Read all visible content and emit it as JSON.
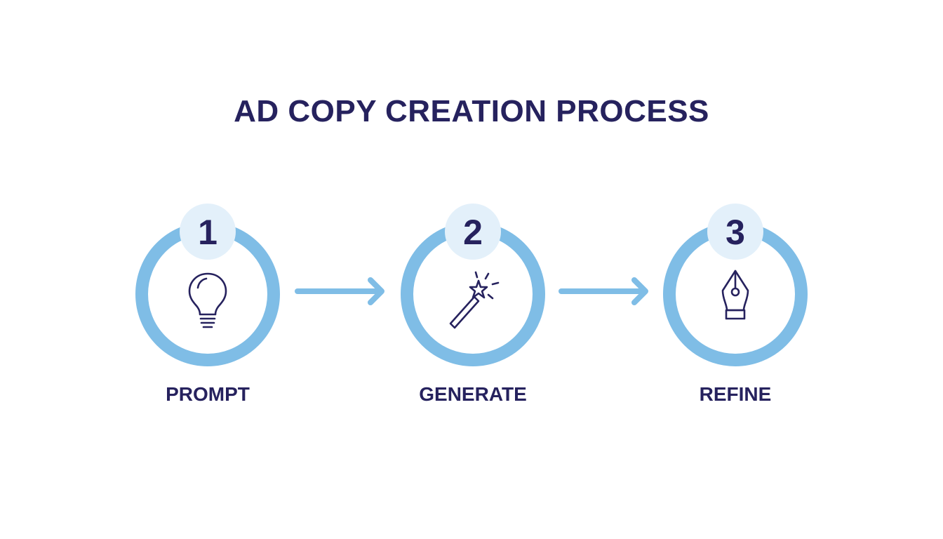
{
  "title": "AD COPY CREATION PROCESS",
  "colors": {
    "title": "#26225e",
    "ring": "#7fbde6",
    "badge_bg": "#e3f0fa",
    "icon_stroke": "#26225e",
    "arrow": "#7fbde6"
  },
  "steps": [
    {
      "number": "1",
      "label": "PROMPT",
      "icon": "lightbulb-icon"
    },
    {
      "number": "2",
      "label": "GENERATE",
      "icon": "magic-wand-icon"
    },
    {
      "number": "3",
      "label": "REFINE",
      "icon": "pen-nib-icon"
    }
  ],
  "connectors": [
    {
      "from": "1",
      "to": "2",
      "icon": "arrow-right-icon"
    },
    {
      "from": "2",
      "to": "3",
      "icon": "arrow-right-icon"
    }
  ]
}
